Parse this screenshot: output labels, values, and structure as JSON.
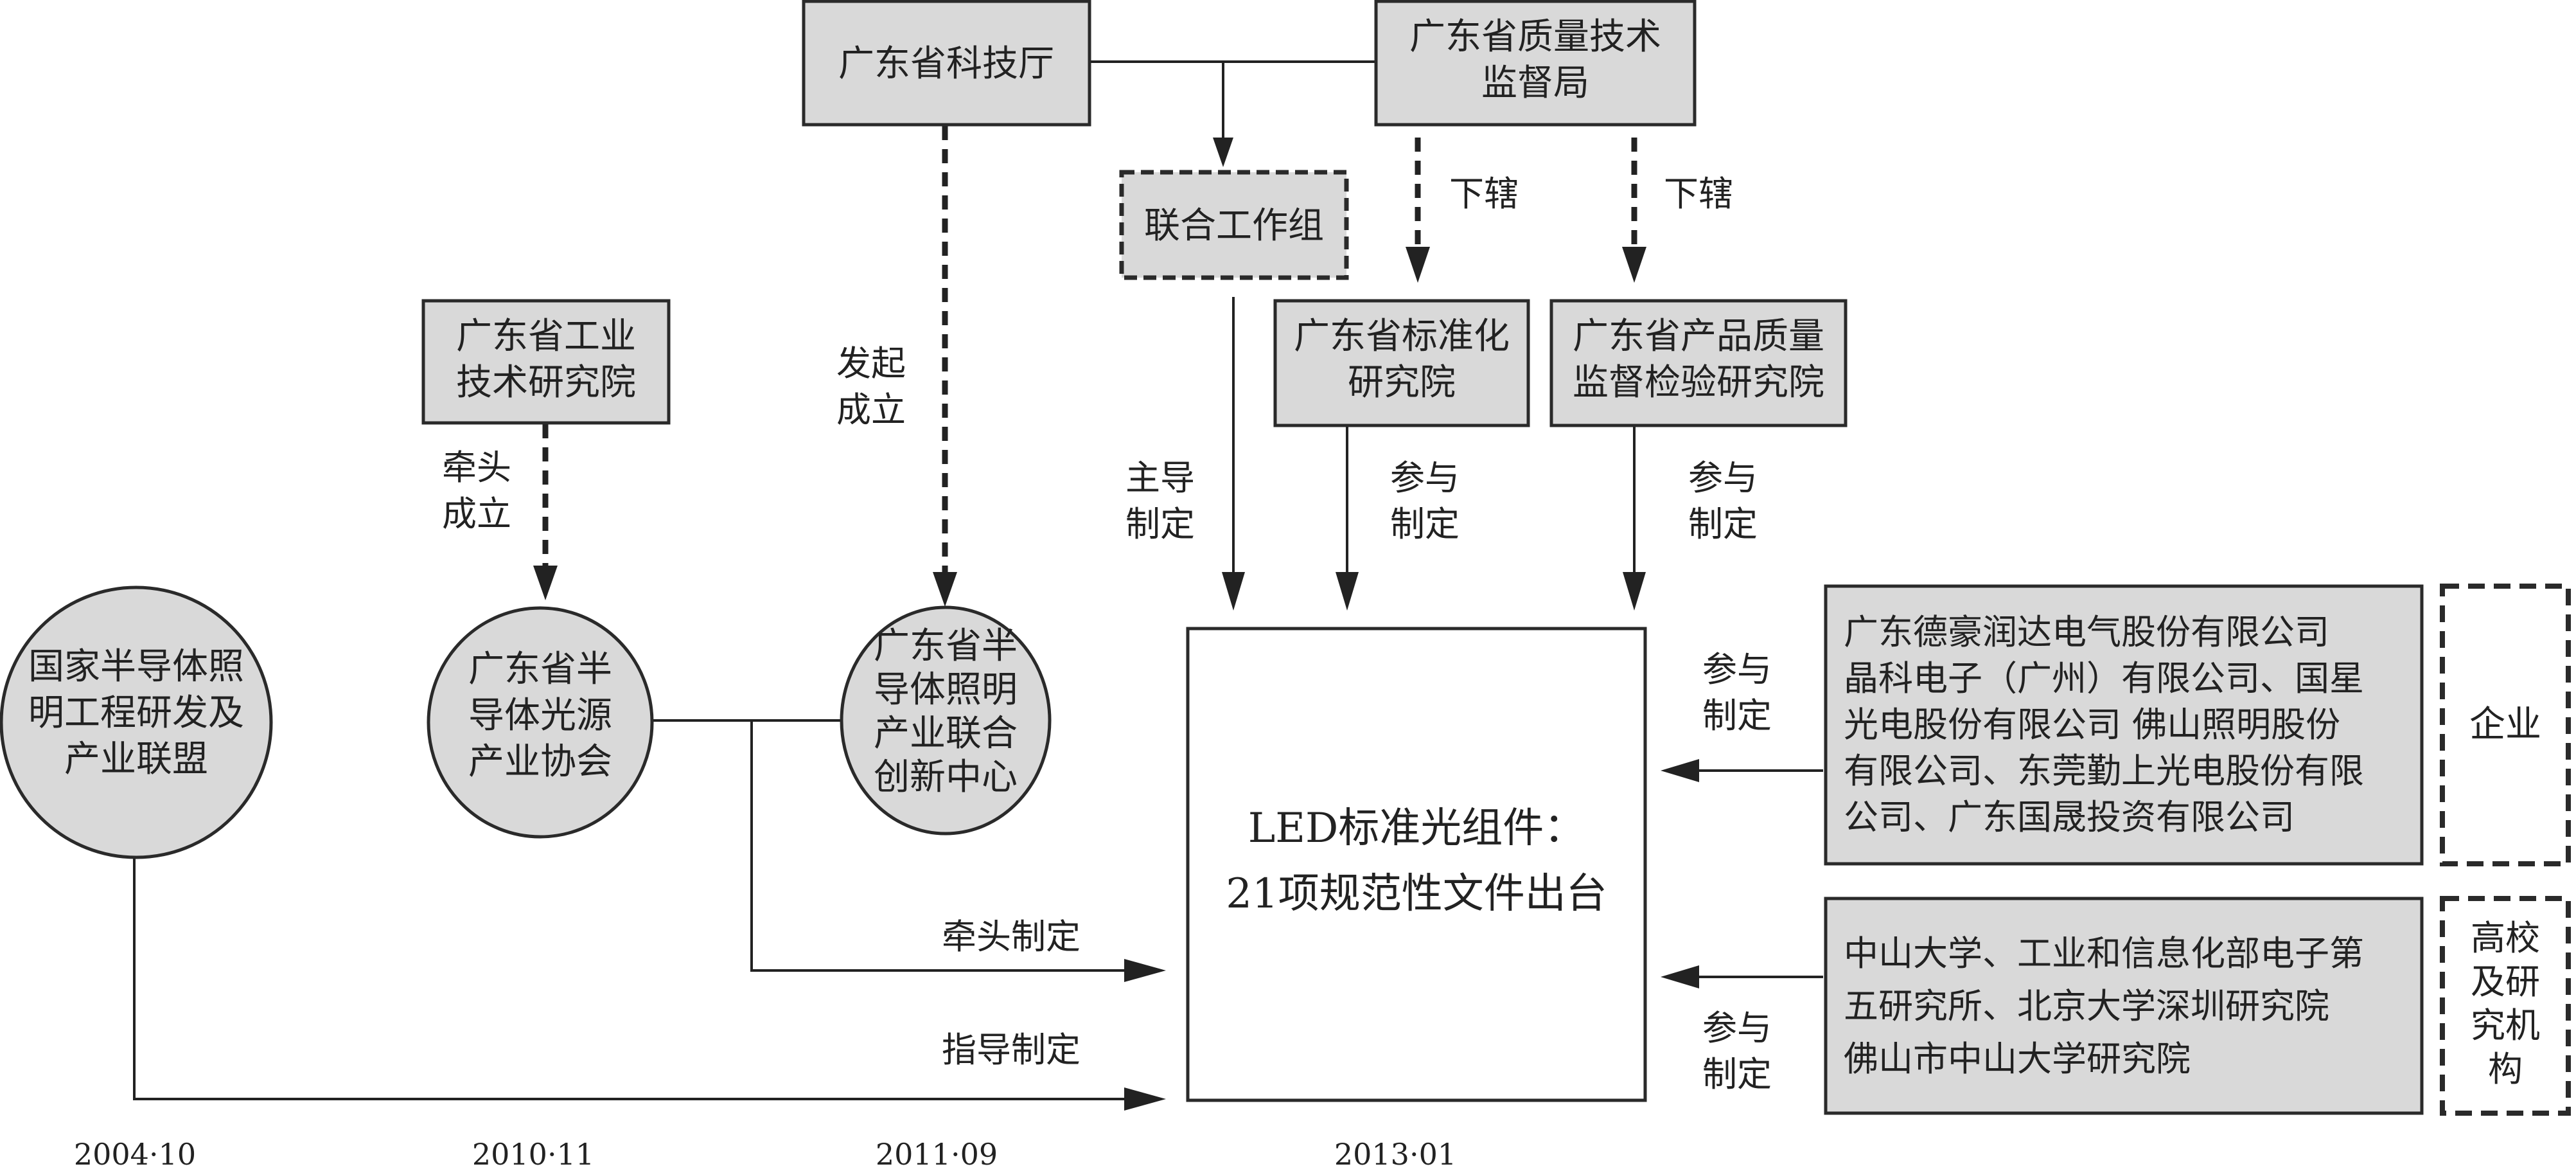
{
  "nodes": {
    "tech_dept": "广东省科技厅",
    "quality_bureau": [
      "广东省质量技术",
      "监督局"
    ],
    "joint_group": "联合工作组",
    "industrial_inst": [
      "广东省工业",
      "技术研究院"
    ],
    "standard_inst": [
      "广东省标准化",
      "研究院"
    ],
    "product_inst": [
      "广东省产品质量",
      "监督检验研究院"
    ],
    "national_alliance": [
      "国家半导体照",
      "明工程研发及",
      "产业联盟"
    ],
    "semi_assoc": [
      "广东省半",
      "导体光源",
      "产业协会"
    ],
    "innovation_center": [
      "广东省半",
      "导体照明",
      "产业联合",
      "创新中心"
    ],
    "center_box": [
      "LED标准光组件：",
      "21项规范性文件出台"
    ],
    "enterprises": [
      "广东德豪润达电气股份有限公司",
      "晶科电子（广州）有限公司、国星",
      "光电股份有限公司 佛山照明股份",
      "有限公司、东莞勤上光电股份有限",
      "公司、广东国晟投资有限公司"
    ],
    "enterprise_tag": "企业",
    "universities": [
      "中山大学、工业和信息化部电子第",
      "五研究所、北京大学深圳研究院",
      "佛山市中山大学研究院"
    ],
    "university_tag": [
      "高校",
      "及研",
      "究机",
      "构"
    ]
  },
  "labels": {
    "subordinate": "下辖",
    "initiate": [
      "发起",
      "成立"
    ],
    "lead_establish": [
      "牵头",
      "成立"
    ],
    "lead_formulate": [
      "主导",
      "制定"
    ],
    "participate": [
      "参与",
      "制定"
    ],
    "lead_make": "牵头制定",
    "guide_make": "指导制定"
  },
  "dates": [
    "2004·10",
    "2010·11",
    "2011·09",
    "2013·01"
  ]
}
